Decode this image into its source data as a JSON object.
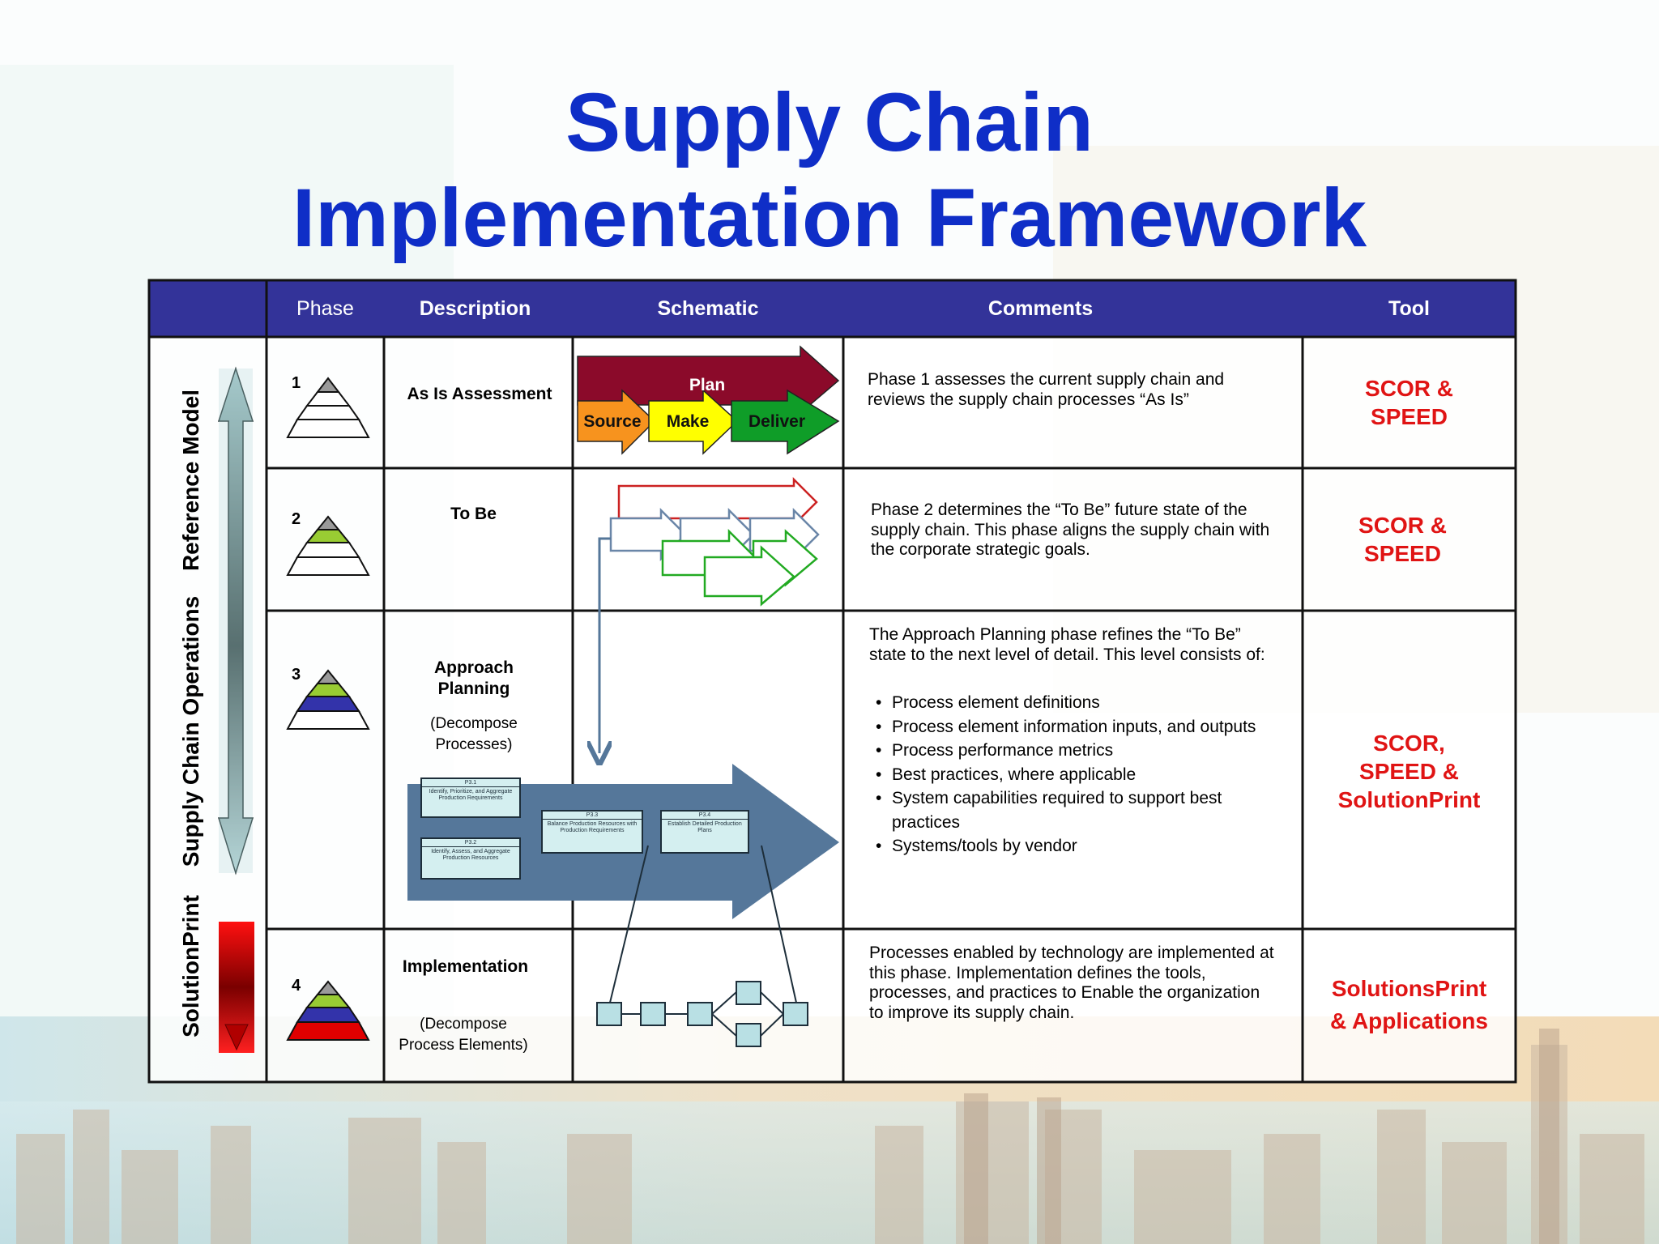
{
  "title": {
    "line1": "Supply Chain",
    "line2": "Implementation Framework"
  },
  "table": {
    "headers": {
      "phase": "Phase",
      "description": "Description",
      "schematic": "Schematic",
      "comments": "Comments",
      "tool": "Tool"
    },
    "side_labels": {
      "operations": "Supply Chain Operations",
      "reference": "Reference Model",
      "solution": "SolutionPrint"
    },
    "rows": [
      {
        "number": "1",
        "description": "As Is Assessment",
        "comment": "Phase 1 assesses the current supply chain and reviews the supply chain processes “As Is”",
        "tool_line1": "SCOR &",
        "tool_line2": "SPEED"
      },
      {
        "number": "2",
        "description": "To Be",
        "comment": "Phase 2 determines the “To Be” future state of the supply chain.  This phase aligns the supply chain with the corporate strategic goals.",
        "tool_line1": "SCOR &",
        "tool_line2": "SPEED"
      },
      {
        "number": "3",
        "description": "Approach Planning",
        "sub": "(Decompose Processes)",
        "comment": "The Approach Planning phase refines the  “To Be” state to the next level of detail.  This level consists of:",
        "bullets": [
          "Process element definitions",
          "Process element information inputs, and outputs",
          "Process performance metrics",
          "Best practices, where applicable",
          "System capabilities required to support best practices",
          "Systems/tools by vendor"
        ],
        "tool_line1": "SCOR,",
        "tool_line2": "SPEED &",
        "tool_line3": "SolutionPrint"
      },
      {
        "number": "4",
        "description": "Implementation",
        "sub": "(Decompose Process Elements)",
        "comment": "Processes enabled by technology are implemented at this phase.  Implementation defines the tools, processes, and practices to Enable the organization to improve its supply chain.",
        "tool_line1": "SolutionsPrint",
        "tool_line2": "& Applications"
      }
    ]
  },
  "schematic": {
    "plan": "Plan",
    "source": "Source",
    "make": "Make",
    "deliver": "Deliver",
    "p31_id": "P3.1",
    "p31_text": "Identify, Prioritize, and Aggregate Production Requirements",
    "p32_id": "P3.2",
    "p32_text": "Identify, Assess, and Aggregate Production Resources",
    "p33_id": "P3.3",
    "p33_text": "Balance Production Resources with Production Requirements",
    "p34_id": "P3.4",
    "p34_text": "Establish Detailed Production Plans"
  },
  "colors": {
    "title": "#0f2ec7",
    "header_bg": "#333399",
    "tool_text": "#e01414",
    "plan": "#8b0a2a",
    "source": "#f7931e",
    "make": "#ffff00",
    "deliver": "#0f9d28",
    "big_arrow": "#55779a"
  }
}
